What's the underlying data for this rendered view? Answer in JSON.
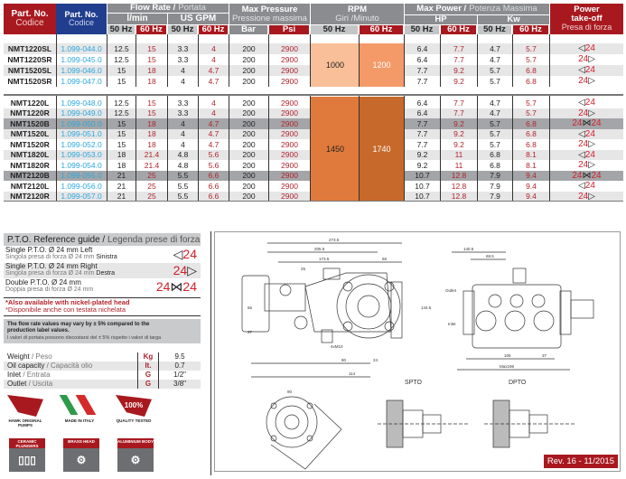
{
  "header": {
    "part_no_label": "Part. No.",
    "codice_label": "Codice",
    "flow_rate": "Flow Rate /",
    "portata": "Portata",
    "lmin": "l/min",
    "usgpm": "US GPM",
    "max_pressure": "Max Pressure",
    "pressione": "Pressione massima",
    "bar": "Bar",
    "psi": "Psi",
    "rpm": "RPM",
    "giri": "Giri /Minuto",
    "max_power": "Max Power /",
    "potenza": "Potenza Massima",
    "hp": "HP",
    "kw": "Kw",
    "pto1": "Power",
    "pto2": "take-off",
    "pto3": "Presa di forza",
    "hz50": "50 Hz",
    "hz60": "60 Hz"
  },
  "rows": [
    {
      "part": "NMT1220SL",
      "code": "1.099-044.0",
      "l50": "12.5",
      "l60": "15",
      "g50": "3.3",
      "g60": "4",
      "bar": "200",
      "psi": "2900",
      "hp50": "6.4",
      "hp60": "7.7",
      "kw50": "4.7",
      "kw60": "5.7",
      "pto": "L",
      "shade": "alt"
    },
    {
      "part": "NMT1220SR",
      "code": "1.099-045.0",
      "l50": "12.5",
      "l60": "15",
      "g50": "3.3",
      "g60": "4",
      "bar": "200",
      "psi": "2900",
      "hp50": "6.4",
      "hp60": "7.7",
      "kw50": "4.7",
      "kw60": "5.7",
      "pto": "R",
      "shade": ""
    },
    {
      "part": "NMT1520SL",
      "code": "1.099-046.0",
      "l50": "15",
      "l60": "18",
      "g50": "4",
      "g60": "4.7",
      "bar": "200",
      "psi": "2900",
      "hp50": "7.7",
      "hp60": "9.2",
      "kw50": "5.7",
      "kw60": "6.8",
      "pto": "L",
      "shade": "alt"
    },
    {
      "part": "NMT1520SR",
      "code": "1.099-047.0",
      "l50": "15",
      "l60": "18",
      "g50": "4",
      "g60": "4.7",
      "bar": "200",
      "psi": "2900",
      "hp50": "7.7",
      "hp60": "9.2",
      "kw50": "5.7",
      "kw60": "6.8",
      "pto": "R",
      "shade": ""
    },
    {
      "part": "NMT1220L",
      "code": "1.099-048.0",
      "l50": "12.5",
      "l60": "15",
      "g50": "3.3",
      "g60": "4",
      "bar": "200",
      "psi": "2900",
      "hp50": "6.4",
      "hp60": "7.7",
      "kw50": "4.7",
      "kw60": "5.7",
      "pto": "L",
      "shade": ""
    },
    {
      "part": "NMT1220R",
      "code": "1.099-049.0",
      "l50": "12.5",
      "l60": "15",
      "g50": "3.3",
      "g60": "4",
      "bar": "200",
      "psi": "2900",
      "hp50": "6.4",
      "hp60": "7.7",
      "kw50": "4.7",
      "kw60": "5.7",
      "pto": "R",
      "shade": "alt"
    },
    {
      "part": "NMT1520B",
      "code": "1.099-050.0",
      "l50": "15",
      "l60": "18",
      "g50": "4",
      "g60": "4.7",
      "bar": "200",
      "psi": "2900",
      "hp50": "7.7",
      "hp60": "9.2",
      "kw50": "5.7",
      "kw60": "6.8",
      "pto": "B",
      "shade": "dark"
    },
    {
      "part": "NMT1520L",
      "code": "1.099-051.0",
      "l50": "15",
      "l60": "18",
      "g50": "4",
      "g60": "4.7",
      "bar": "200",
      "psi": "2900",
      "hp50": "7.7",
      "hp60": "9.2",
      "kw50": "5.7",
      "kw60": "6.8",
      "pto": "L",
      "shade": "alt"
    },
    {
      "part": "NMT1520R",
      "code": "1.099-052.0",
      "l50": "15",
      "l60": "18",
      "g50": "4",
      "g60": "4.7",
      "bar": "200",
      "psi": "2900",
      "hp50": "7.7",
      "hp60": "9.2",
      "kw50": "5.7",
      "kw60": "6.8",
      "pto": "R",
      "shade": ""
    },
    {
      "part": "NMT1820L",
      "code": "1.099-053.0",
      "l50": "18",
      "l60": "21.4",
      "g50": "4.8",
      "g60": "5.6",
      "bar": "200",
      "psi": "2900",
      "hp50": "9.2",
      "hp60": "11",
      "kw50": "6.8",
      "kw60": "8.1",
      "pto": "L",
      "shade": "alt"
    },
    {
      "part": "NMT1820R",
      "code": "1.099-054.0",
      "l50": "18",
      "l60": "21.4",
      "g50": "4.8",
      "g60": "5.6",
      "bar": "200",
      "psi": "2900",
      "hp50": "9.2",
      "hp60": "11",
      "kw50": "6.8",
      "kw60": "8.1",
      "pto": "R",
      "shade": ""
    },
    {
      "part": "NMT2120B",
      "code": "1.099-055.0",
      "l50": "21",
      "l60": "25",
      "g50": "5.5",
      "g60": "6.6",
      "bar": "200",
      "psi": "2900",
      "hp50": "10.7",
      "hp60": "12.8",
      "kw50": "7.9",
      "kw60": "9.4",
      "pto": "B",
      "shade": "dark"
    },
    {
      "part": "NMT2120L",
      "code": "1.099-056.0",
      "l50": "21",
      "l60": "25",
      "g50": "5.5",
      "g60": "6.6",
      "bar": "200",
      "psi": "2900",
      "hp50": "10.7",
      "hp60": "12.8",
      "kw50": "7.9",
      "kw60": "9.4",
      "pto": "L",
      "shade": ""
    },
    {
      "part": "NMT2120R",
      "code": "1.099-057.0",
      "l50": "21",
      "l60": "25",
      "g50": "5.5",
      "g60": "6.6",
      "bar": "200",
      "psi": "2900",
      "hp50": "10.7",
      "hp60": "12.8",
      "kw50": "7.9",
      "kw60": "9.4",
      "pto": "R",
      "shade": "alt"
    }
  ],
  "rpm_groups": [
    {
      "r50": "1000",
      "r60": "1200",
      "c50": "#f8bf98",
      "c60": "#f49a68"
    },
    {
      "r50": "1450",
      "r60": "1740",
      "c50": "#e07a3c",
      "c60": "#c7692a"
    }
  ],
  "pto_guide": {
    "title": "P.T.O. Reference guide /",
    "title_it": "Legenda prese di forza",
    "items": [
      {
        "en": "Single P.T.O. Ø 24 mm Left",
        "it": "Singola presa di forza Ø 24 mm",
        "it_bold": "Sinistra",
        "size": "24"
      },
      {
        "en": "Single P.T.O. Ø 24 mm Right",
        "it": "Singola presa di forza Ø 24 mm",
        "it_bold": "Destra",
        "size": "24"
      },
      {
        "en": "Double P.T.O. Ø 24 mm",
        "it": "Doppia presa di forza Ø 24 mm",
        "it_bold": "",
        "size": "24"
      }
    ],
    "nickel_en": "*Also available with nickel-plated head",
    "nickel_it": "*Disponibile anche con testata nichelata",
    "note_en": "The flow rate values may vary by ± 5% compared to the production label values.",
    "note_it": "I valori di portata possono discostarsi del ± 5% rispetto i valori di targa"
  },
  "specs": [
    {
      "label": "Weight",
      "label_it": "Peso",
      "unit": "Kg",
      "value": "9.5"
    },
    {
      "label": "Oil capacity",
      "label_it": "Capacità olio",
      "unit": "lt.",
      "value": "0.7"
    },
    {
      "label": "Inlet",
      "label_it": "Entrata",
      "unit": "G",
      "value": "1/2\""
    },
    {
      "label": "Outlet",
      "label_it": "Uscita",
      "unit": "G",
      "value": "3/8\""
    }
  ],
  "logos": [
    {
      "text": "HAWK ORIGINAL PUMPS",
      "icon": "hawk-logo"
    },
    {
      "text": "MADE IN ITALY",
      "icon": "italy-flag"
    },
    {
      "text": "QUALITY TESTED",
      "badge": "100%",
      "icon": "quality-badge"
    },
    {
      "text": "CERAMIC PLUNGERS",
      "icon": "plungers"
    },
    {
      "text": "BRASS HEAD",
      "icon": "brass-head"
    },
    {
      "text": "ALUMINIUM BODY",
      "icon": "aluminium-body"
    }
  ],
  "drawing": {
    "dims": [
      "273.5",
      "205.5",
      "173.5",
      "68",
      "25",
      "144.5",
      "66",
      "37",
      "90",
      "24",
      "114",
      "140.5",
      "68.5",
      "105",
      "37",
      "Max198",
      "Outlet",
      "Inlet",
      "4xM10",
      "90",
      "SPTO",
      "DPTO"
    ],
    "revision": "Rev. 16 - 11/2015"
  },
  "colors": {
    "red": "#a8191f",
    "blue": "#213e8e",
    "grey": "#8a8c8f"
  }
}
